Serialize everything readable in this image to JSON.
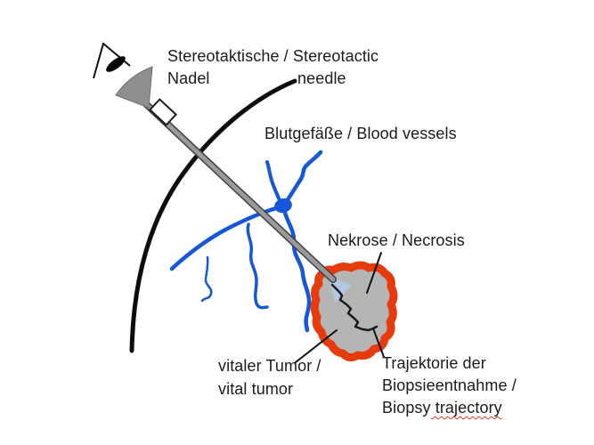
{
  "figure": {
    "description_labels": {
      "needle_line1": "Stereotaktische / Stereotactic",
      "needle_de_word2": "Nadel",
      "needle_en_word2": "needle",
      "vessels": "Blutgefäße / Blood vessels",
      "necrosis": "Nekrose / Necrosis",
      "vital_tumor_line1": "vitaler Tumor /",
      "vital_tumor_line2": "vital tumor",
      "trajectory_line1": "Trajektorie der",
      "trajectory_line2": "Biopsieentnahme /",
      "trajectory_line3_word1": "Biopsy",
      "trajectory_line3_word2": " trajectory"
    },
    "icons": [
      "eye-icon",
      "needle",
      "needle-hub-cone",
      "needle-marker-rect",
      "skin-arc",
      "vessel-tree",
      "tumor-blob",
      "biopsy-cone",
      "biopsy-trajectory-line"
    ],
    "colors": {
      "vessel_blue": "#1557d8",
      "vital_tumor_red": "#e63c0d",
      "necrosis_gray": "#b5b5b5",
      "needle_gray": "#9a9a9a",
      "needle_edge_gray": "#3f3f3f",
      "trajectory_cone_blue": "#b3cbe8",
      "line_black": "#111111",
      "text_black": "#1b1b1b",
      "background": "#ffffff"
    }
  }
}
